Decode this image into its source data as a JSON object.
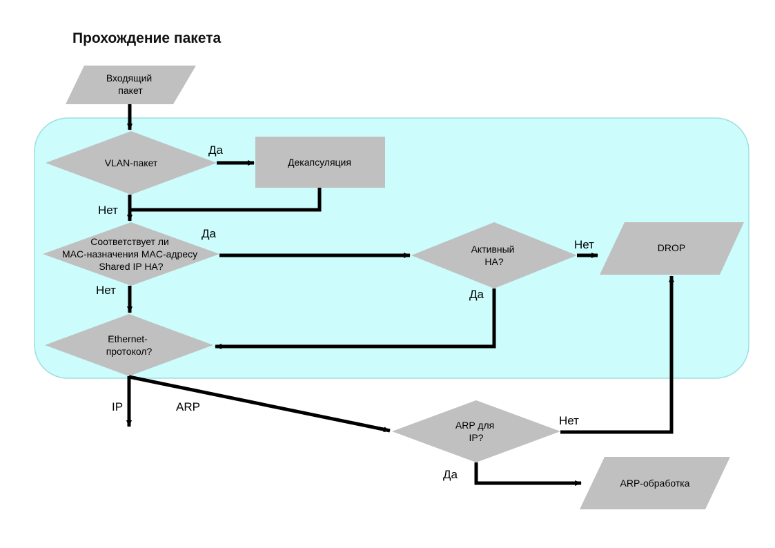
{
  "title": "Прохождение пакета",
  "colors": {
    "region_fill": "#ccfcfc",
    "region_stroke": "#9fdede",
    "node_fill": "#c0c0c0",
    "arrow": "#000000"
  },
  "nodes": {
    "incoming": {
      "lines": [
        "Входящий",
        "пакет"
      ]
    },
    "vlan": {
      "lines": [
        "VLAN-пакет"
      ]
    },
    "decap": {
      "lines": [
        "Декапсуляция"
      ]
    },
    "mac_match": {
      "lines": [
        "Соответствует ли",
        "MAC-назначения MAC-адресу",
        "Shared IP HA?"
      ]
    },
    "active_ha": {
      "lines": [
        "Активный",
        "HA?"
      ]
    },
    "drop": {
      "lines": [
        "DROP"
      ]
    },
    "ethernet": {
      "lines": [
        "Ethernet-",
        "протокол?"
      ]
    },
    "arp_for_ip": {
      "lines": [
        "ARP для",
        "IP?"
      ]
    },
    "arp_processing": {
      "lines": [
        "ARP-обработка"
      ]
    }
  },
  "edge_labels": {
    "vlan_yes": "Да",
    "vlan_no": "Нет",
    "mac_yes": "Да",
    "mac_no": "Нет",
    "ha_no": "Нет",
    "ha_yes": "Да",
    "eth_ip": "IP",
    "eth_arp": "ARP",
    "arp_no": "Нет",
    "arp_yes": "Да"
  }
}
